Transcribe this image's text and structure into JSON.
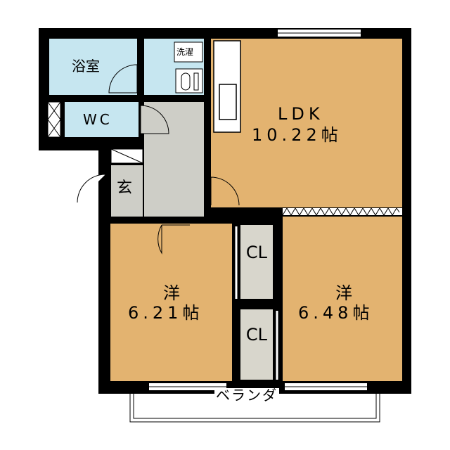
{
  "rooms": {
    "bath": "浴室",
    "laundry": "洗濯",
    "wc": "WC",
    "entrance": "玄",
    "ldk_name": "LDK",
    "ldk_size": "10.22帖",
    "western1_name": "洋",
    "western1_size": "6.21帖",
    "western2_name": "洋",
    "western2_size": "6.48帖",
    "closet1": "CL",
    "closet2": "CL"
  },
  "balcony": "ベランダ",
  "colors": {
    "floor": "#E3B370",
    "wet": "#C6E6F0",
    "entry": "#CECEC7",
    "closet": "#D8D6CC",
    "wall": "#000000"
  }
}
